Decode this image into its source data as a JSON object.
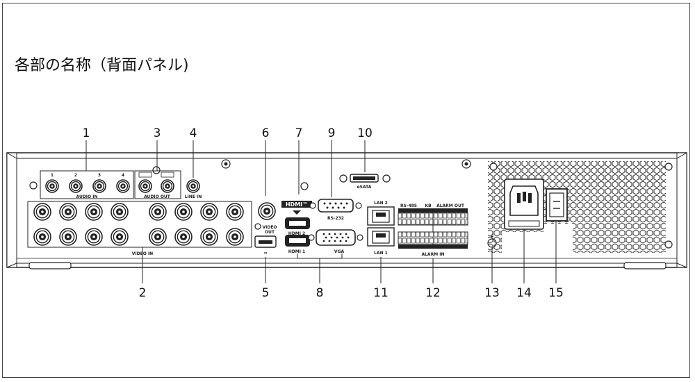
{
  "title": "各部の名称（背面パネル)",
  "callouts": {
    "n1": "1",
    "n2": "2",
    "n3": "3",
    "n4": "4",
    "n5": "5",
    "n6": "6",
    "n7": "7",
    "n8": "8",
    "n9": "9",
    "n10": "10",
    "n11": "11",
    "n12": "12",
    "n13": "13",
    "n14": "14",
    "n15": "15"
  },
  "labels": {
    "audio_in": "AUDIO IN",
    "audio_out": "AUDIO OUT",
    "line_in": "LINE IN",
    "video_in": "VIDEO IN",
    "video_out_1": "VIDEO",
    "video_out_2": "OUT",
    "hdmi": "HDMI™",
    "hdmi_2": "HDMI 2",
    "hdmi_1": "HDMI 1",
    "vga": "VGA",
    "rs232": "RS-232",
    "esata": "eSATA",
    "lan2": "LAN 2",
    "lan1": "LAN 1",
    "rs485": "RS-485",
    "kb": "KB",
    "alarm_out": "ALARM OUT",
    "alarm_in": "ALARM IN"
  },
  "audio_in_channels": [
    "1",
    "2",
    "3",
    "4"
  ],
  "colors": {
    "line": "#222222",
    "panel": "#ffffff"
  }
}
